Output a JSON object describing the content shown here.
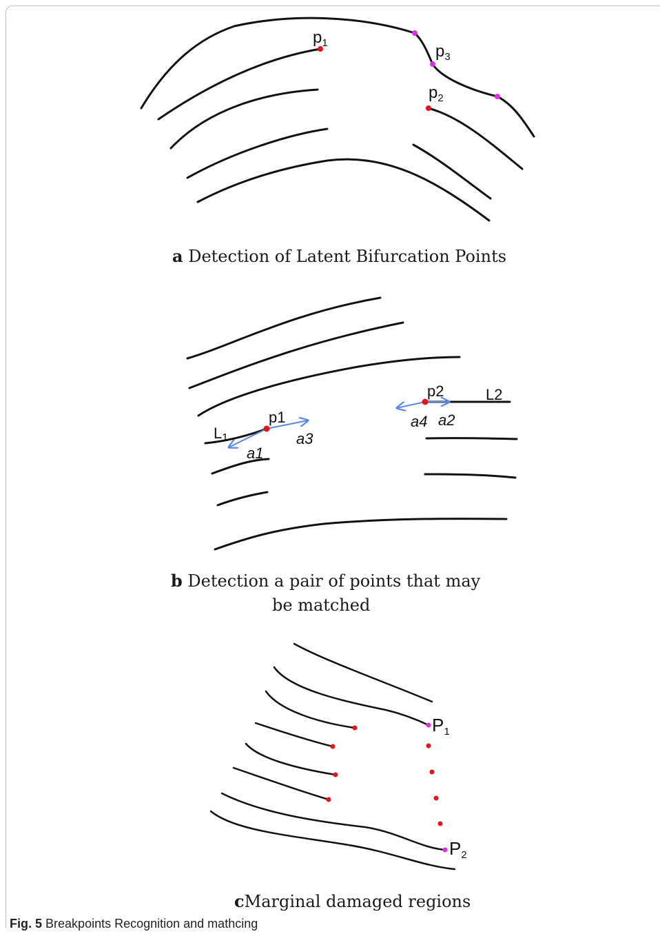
{
  "panel_a": {
    "caption_letter": "a",
    "caption_text": "Detection of Latent Bifurcation Points",
    "labels": {
      "p1": "p",
      "p1_sub": "1",
      "p2": "p",
      "p2_sub": "2",
      "p3": "p",
      "p3_sub": "3"
    }
  },
  "panel_b": {
    "caption_letter": "b",
    "caption_line1": "Detection a pair of points that may",
    "caption_line2": "be matched",
    "labels": {
      "p1": "p1",
      "p2": "p2",
      "L1": "L",
      "L1_sub": "1",
      "L2": "L2",
      "a1": "a1",
      "a2": "a2",
      "a3": "a3",
      "a4": "a4"
    }
  },
  "panel_c": {
    "caption_letter": "c",
    "caption_text": "Marginal damaged regions",
    "labels": {
      "P1": "P",
      "P1_sub": "1",
      "P2": "P",
      "P2_sub": "2"
    }
  },
  "figure_caption": {
    "number": "Fig. 5",
    "text": "Breakpoints Recognition and mathcing"
  },
  "colors": {
    "line": "#111111",
    "red_point": "#e3141b",
    "magenta_point": "#e32de3",
    "arrow": "#5a86e8"
  }
}
